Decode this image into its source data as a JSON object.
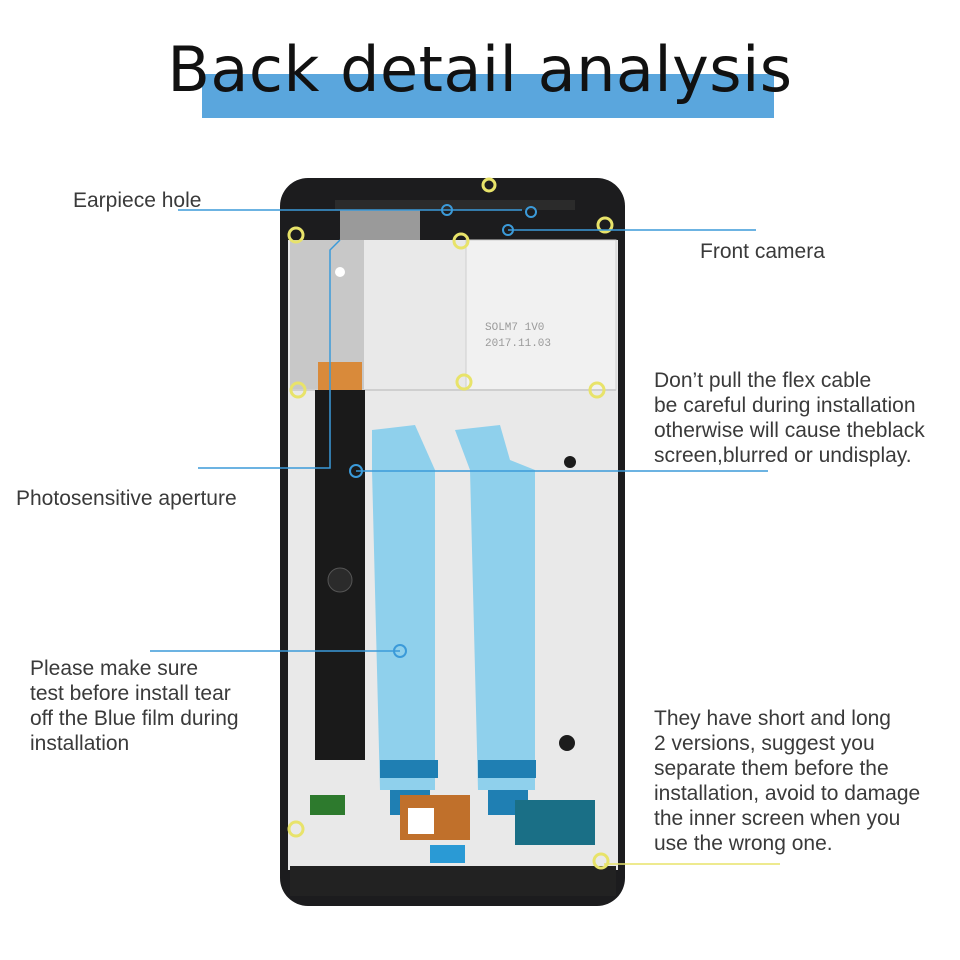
{
  "title": "Back detail analysis",
  "callouts": {
    "earpiece": "Earpiece hole",
    "front_camera": "Front camera",
    "flex_cable": "Don’t pull the flex cable\nbe careful during installation\notherwise will cause theblack\nscreen,blurred or undisplay.",
    "photosensitive": "Photosensitive aperture",
    "blue_film": "Please make sure\ntest before install tear\noff the Blue film during\ninstallation",
    "versions": "They have short and long\n2 versions, suggest you\nseparate them before the\ninstallation, avoid to damage\nthe inner screen when you\nuse the wrong one."
  },
  "colors": {
    "title_band": "#5aa6dd",
    "frame": "#1c1c1e",
    "plate": "#e8e8e8",
    "blue_film": "#8fd0ec",
    "callout_line": "#3b9ad9",
    "screw_ring": "#e8e36a"
  }
}
